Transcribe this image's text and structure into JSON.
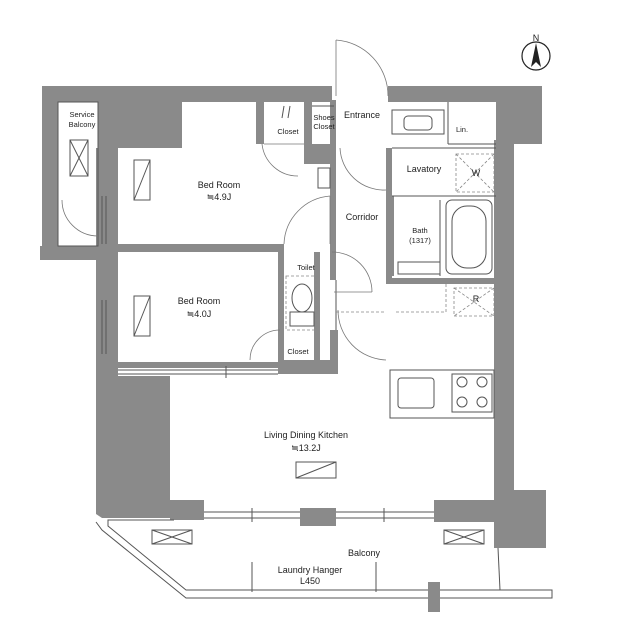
{
  "compass": {
    "letter": "N"
  },
  "rooms": {
    "service_balcony": {
      "line1": "Service",
      "line2": "Balcony"
    },
    "bedroom1": {
      "name": "Bed Room",
      "size": "≒4.9J"
    },
    "bedroom2": {
      "name": "Bed Room",
      "size": "≒4.0J"
    },
    "closet1": "Closet",
    "closet2": "Closet",
    "shoes_closet": {
      "line1": "Shoes",
      "line2": "Closet"
    },
    "entrance": "Entrance",
    "lin": "Lin.",
    "lavatory": "Lavatory",
    "washer": "W",
    "corridor": "Corridor",
    "bath": {
      "line1": "Bath",
      "line2": "(1317)"
    },
    "toilet": "Toilet",
    "refrigerator": "R",
    "ldk": {
      "name": "Living Dining Kitchen",
      "size": "≒13.2J"
    },
    "balcony": "Balcony",
    "laundry": {
      "line1": "Laundry Hanger",
      "line2": "L450"
    }
  }
}
